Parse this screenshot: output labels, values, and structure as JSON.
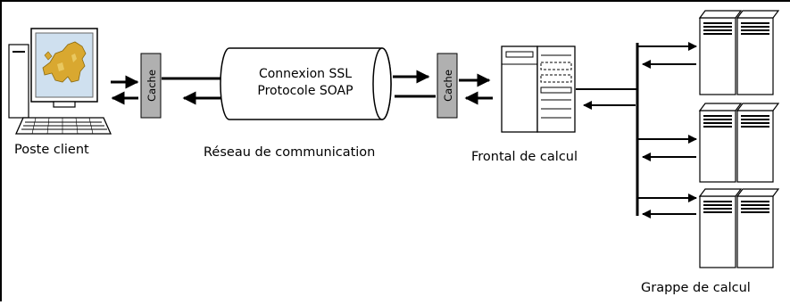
{
  "labels": {
    "client": "Poste client",
    "network": "Réseau de communication",
    "frontend": "Frontal de calcul",
    "cluster": "Grappe de calcul"
  },
  "cache_label": "Cache",
  "pipe": {
    "line1": "Connexion SSL",
    "line2": "Protocole SOAP"
  },
  "colors": {
    "cache_fill": "#b0b0b0",
    "map_yellow": "#d9a830",
    "map_bg": "#cfe0ef",
    "line": "#000000"
  }
}
